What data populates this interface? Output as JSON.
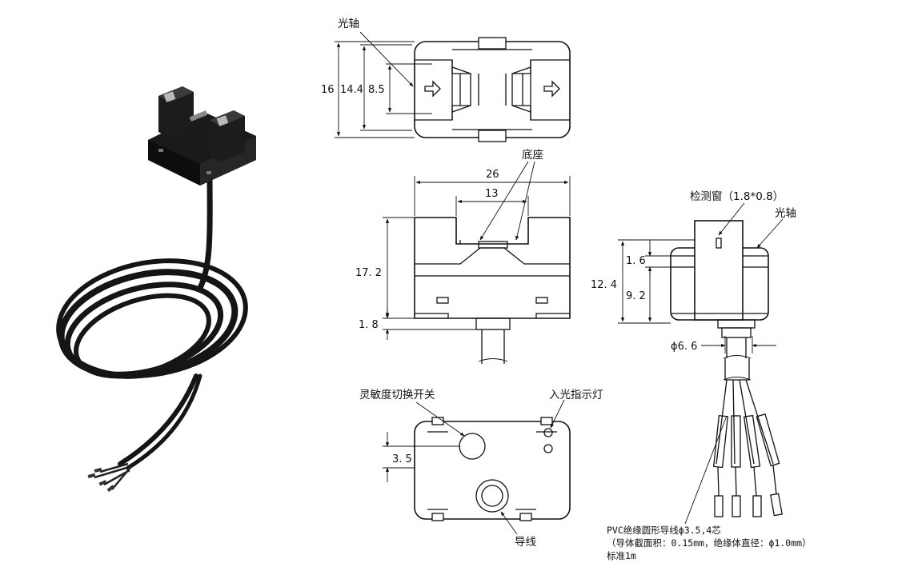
{
  "top_view": {
    "label_optical_axis": "光轴",
    "dim_16": "16",
    "dim_14_4": "14.4",
    "dim_8_5": "8.5"
  },
  "front_view": {
    "label_base": "底座",
    "dim_26": "26",
    "dim_13": "13",
    "dim_17_2": "17. 2",
    "dim_1_8": "1. 8"
  },
  "side_view": {
    "label_window": "检测窗（1.8*0.8）",
    "label_optical_axis": "光轴",
    "dim_1_6": "1. 6",
    "dim_12_4": "12. 4",
    "dim_9_2": "9. 2",
    "dim_phi": "ϕ6. 6"
  },
  "bottom_view": {
    "label_switch": "灵敏度切换开关",
    "label_indicator": "入光指示灯",
    "label_wire": "导线",
    "dim_3_5": "3. 5"
  },
  "cable_note": {
    "line1": "PVC绝缘圆形导线ϕ3.5,4芯",
    "line2": "（导体截面积：0.15mm，绝缘体直径：ϕ1.0mm）",
    "line3": "标准1m"
  },
  "colors": {
    "product_body": "#1a1a1a",
    "line": "#111111"
  },
  "icons": [
    "arrow-right-icon",
    "arrow-right-icon"
  ]
}
